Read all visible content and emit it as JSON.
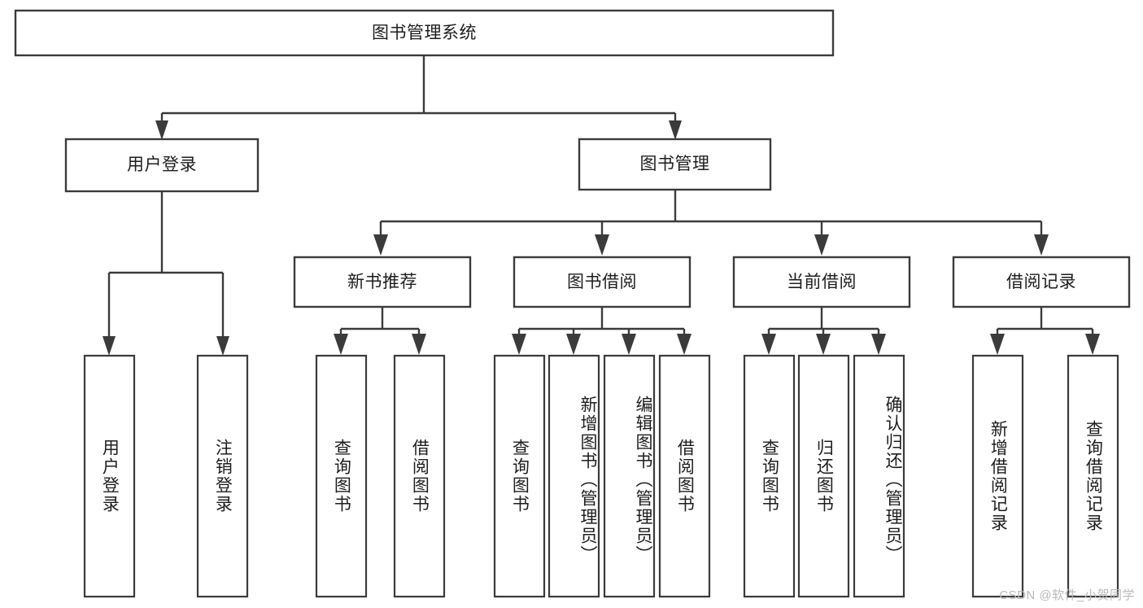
{
  "diagram": {
    "type": "tree",
    "title": "图书管理系统",
    "watermark": "CSDN @软件_小贺同学",
    "colors": {
      "background": "#ffffff",
      "stroke": "#3b3b3b",
      "text": "#1d1d1d",
      "watermark": "#b9b9b9"
    },
    "root": {
      "label": "图书管理系统"
    },
    "level2": [
      {
        "label": "用户登录"
      },
      {
        "label": "图书管理"
      }
    ],
    "level3": [
      {
        "label": "新书推荐"
      },
      {
        "label": "图书借阅"
      },
      {
        "label": "当前借阅"
      },
      {
        "label": "借阅记录"
      }
    ],
    "leaves": {
      "user_login": [
        {
          "label": "用户登录"
        },
        {
          "label": "注销登录"
        }
      ],
      "new_book_recommend": [
        {
          "label": "查询图书"
        },
        {
          "label": "借阅图书"
        }
      ],
      "book_borrow": [
        {
          "label": "查询图书"
        },
        {
          "label": "新增图书（管理员）"
        },
        {
          "label": "编辑图书（管理员）"
        },
        {
          "label": "借阅图书"
        }
      ],
      "current_borrow": [
        {
          "label": "查询图书"
        },
        {
          "label": "归还图书"
        },
        {
          "label": "确认归还（管理员）"
        }
      ],
      "borrow_record": [
        {
          "label": "新增借阅记录"
        },
        {
          "label": "查询借阅记录"
        }
      ]
    }
  }
}
